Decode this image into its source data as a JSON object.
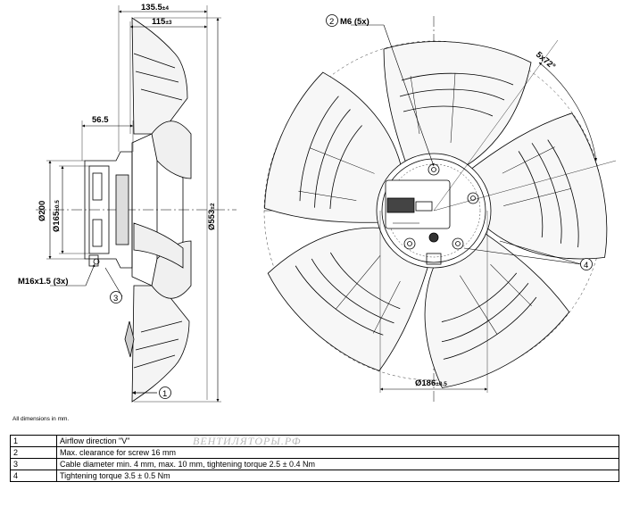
{
  "dimensions": {
    "total_depth": "135.5",
    "total_depth_tol": "±4",
    "blade_depth": "115",
    "blade_depth_tol": "±3",
    "motor_depth": "56.5",
    "dia_200": "Ø200",
    "dia_165": "Ø165",
    "dia_165_tol": "±0.5",
    "dia_553": "Ø553",
    "dia_553_tol": "±2",
    "cable_gland": "M16x1.5 (3x)",
    "screw": "M6 (5x)",
    "angle": "5x72°",
    "bolt_circle": "Ø186",
    "bolt_circle_tol": "±0.5"
  },
  "callouts": {
    "c1": "1",
    "c2": "2",
    "c3": "3",
    "c4": "4"
  },
  "note": "All dimensions in mm.",
  "legend": [
    {
      "num": "1",
      "text": "Airflow direction \"V\""
    },
    {
      "num": "2",
      "text": "Max. clearance for screw 16 mm"
    },
    {
      "num": "3",
      "text": "Cable diameter min. 4 mm, max. 10 mm, tightening torque 2.5 ± 0.4 Nm"
    },
    {
      "num": "4",
      "text": "Tightening torque 3.5 ± 0.5 Nm"
    }
  ],
  "watermark": "ВЕНТИЛЯТОРЫ.РФ"
}
